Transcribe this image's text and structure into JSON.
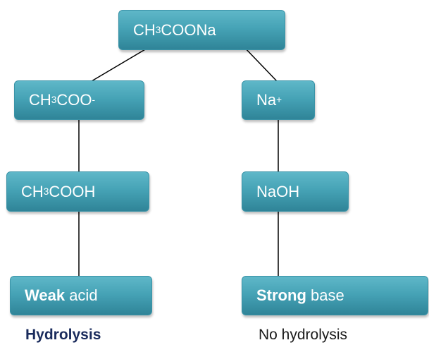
{
  "diagram": {
    "root": {
      "base": "CH",
      "sub": "3",
      "rest": "COONa"
    },
    "left_branch": {
      "ion": {
        "base": "CH",
        "sub": "3",
        "rest": "COO",
        "sup": "-"
      },
      "compound": {
        "base": "CH",
        "sub": "3",
        "rest": "COOH"
      },
      "strength": {
        "bold": "Weak",
        "plain": " acid"
      },
      "result": "Hydrolysis"
    },
    "right_branch": {
      "ion": {
        "base": "Na",
        "sup": "+"
      },
      "compound": {
        "base": "NaOH"
      },
      "strength": {
        "bold": "Strong",
        "plain": " base"
      },
      "result": "No hydrolysis"
    }
  },
  "colors": {
    "node_fill": "#46a3b6",
    "node_text": "#ffffff",
    "line": "#000000",
    "result_hydrolysis": "#1a2b5c",
    "result_no_hydrolysis": "#1a1a1a"
  }
}
